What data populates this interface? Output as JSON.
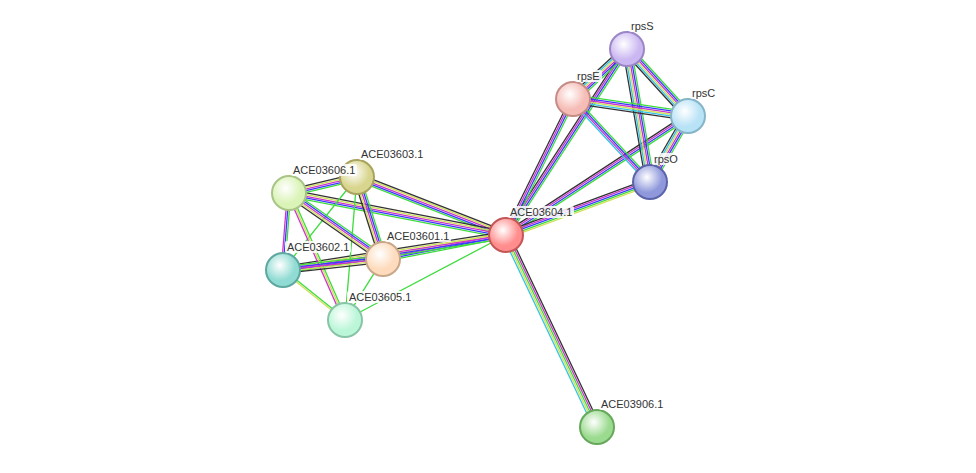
{
  "diagram": {
    "nodes": [
      {
        "text": [
          "rpsS"
        ]
      },
      {
        "text": [
          "rpsE"
        ]
      },
      {
        "text": [
          "rpsC"
        ]
      },
      {
        "text": [
          "ACE03603.1"
        ]
      },
      {
        "text": [
          "ACE03606.1"
        ]
      },
      {
        "text": [
          "rpsO"
        ]
      },
      {
        "text": [
          "ACE03604.1"
        ]
      },
      {
        "text": [
          "ACE03601.1"
        ]
      },
      {
        "text": [
          "ACE03602.1"
        ]
      },
      {
        "text": [
          "ACE03605.1"
        ]
      },
      {
        "text": [
          "ACE03906.1"
        ]
      }
    ],
    "edges": [
      {
        "from": 6,
        "to": 0,
        "arrow": "none"
      },
      {
        "from": 6,
        "to": 1,
        "arrow": "none"
      },
      {
        "from": 6,
        "to": 2,
        "arrow": "none"
      },
      {
        "from": 6,
        "to": 5,
        "arrow": "none"
      },
      {
        "from": 6,
        "to": 3,
        "arrow": "none"
      },
      {
        "from": 6,
        "to": 4,
        "arrow": "none"
      },
      {
        "from": 6,
        "to": 7,
        "arrow": "none"
      },
      {
        "from": 6,
        "to": 8,
        "arrow": "none"
      },
      {
        "from": 6,
        "to": 9,
        "arrow": "none"
      },
      {
        "from": 6,
        "to": 10,
        "arrow": "none"
      },
      {
        "from": 0,
        "to": 1,
        "arrow": "none"
      },
      {
        "from": 0,
        "to": 2,
        "arrow": "none"
      },
      {
        "from": 0,
        "to": 5,
        "arrow": "none"
      },
      {
        "from": 1,
        "to": 2,
        "arrow": "none"
      },
      {
        "from": 1,
        "to": 5,
        "arrow": "none"
      },
      {
        "from": 2,
        "to": 5,
        "arrow": "none"
      },
      {
        "from": 3,
        "to": 4,
        "arrow": "none"
      },
      {
        "from": 3,
        "to": 7,
        "arrow": "none"
      },
      {
        "from": 3,
        "to": 8,
        "arrow": "none"
      },
      {
        "from": 3,
        "to": 9,
        "arrow": "none"
      },
      {
        "from": 4,
        "to": 7,
        "arrow": "none"
      },
      {
        "from": 4,
        "to": 8,
        "arrow": "none"
      },
      {
        "from": 4,
        "to": 9,
        "arrow": "none"
      },
      {
        "from": 8,
        "to": 7,
        "arrow": "none"
      },
      {
        "from": 8,
        "to": 9,
        "arrow": "none"
      },
      {
        "from": 7,
        "to": 9,
        "arrow": "none"
      }
    ]
  }
}
